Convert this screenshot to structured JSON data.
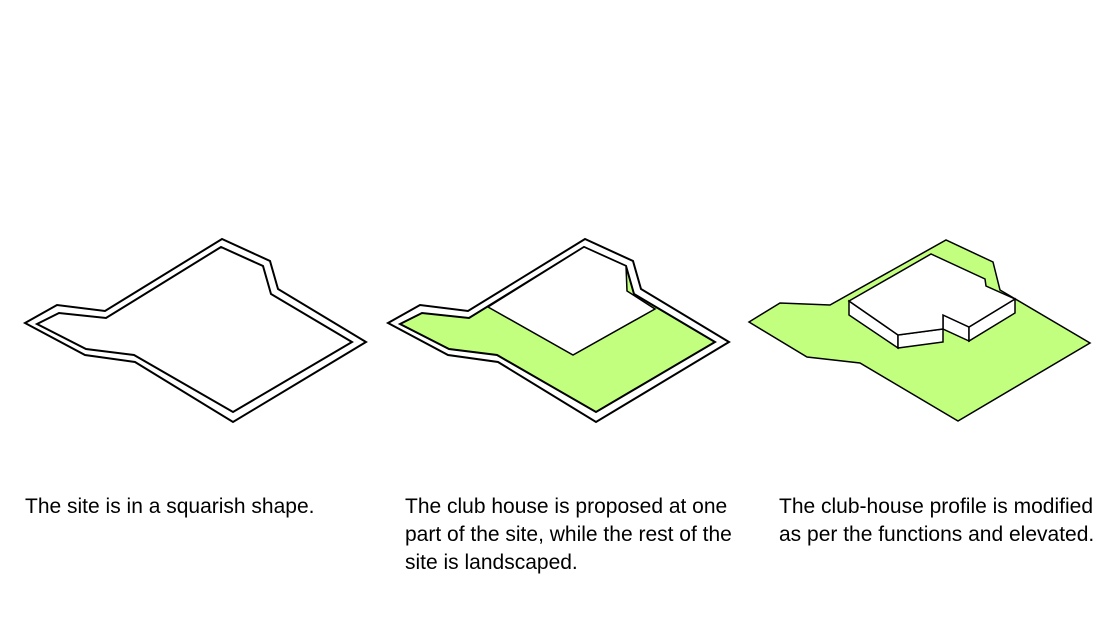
{
  "colors": {
    "landscape": "#c2ff7f",
    "outline": "#000000",
    "background": "#ffffff"
  },
  "panels": [
    {
      "id": "site",
      "caption": "The site is in a squarish shape."
    },
    {
      "id": "club-house-proposed",
      "caption": "The club house is proposed at one part of the site, while the rest of the site is landscaped."
    },
    {
      "id": "club-house-elevated",
      "caption": "The club-house profile is modified as per the functions and elevated."
    }
  ]
}
